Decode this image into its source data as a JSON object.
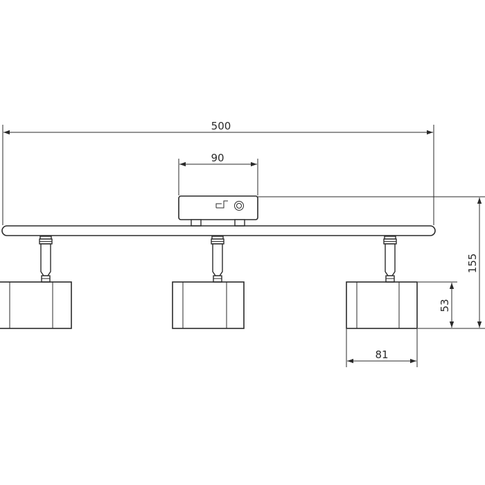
{
  "drawing": {
    "dimensions": {
      "overall_width": "500",
      "mount_width": "90",
      "overall_height": "155",
      "head_height": "53",
      "head_width": "81"
    }
  }
}
